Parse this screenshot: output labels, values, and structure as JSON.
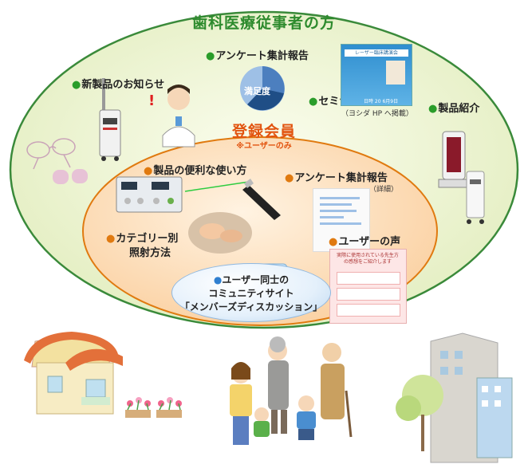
{
  "title": "歯科医療従事者の方",
  "outer_items": {
    "new_products": "新製品のお知らせ",
    "survey_report": "アンケート集計報告",
    "seminar": "セミナーのご案内",
    "seminar_note": "（ヨシダ HP へ掲載）",
    "product_intro": "製品紹介"
  },
  "pie_label": "満足度",
  "seminar_poster": {
    "title": "レーザー臨床講演会",
    "date": "日時 20 6月9日"
  },
  "member": {
    "title": "登録会員",
    "note": "※ユーザーのみ"
  },
  "inner_items": {
    "usage_tips": "製品の便利な使い方",
    "survey_detail": "アンケート集計報告",
    "survey_detail_note": "（詳細）",
    "category_1": "カテゴリー別",
    "category_2": "照射方法",
    "user_voice": "ユーザーの声"
  },
  "community": {
    "line1": "ユーザー同士の",
    "line2": "コミュニティサイト",
    "line3": "「メンバーズディスカッション」"
  },
  "voice_doc": {
    "heading": "実際に使用されている先生方の感想をご紹介します"
  },
  "colors": {
    "outer_ellipse_fill": "#f2f7da",
    "outer_ellipse_stroke": "#3a8a3a",
    "inner_ellipse_fill": "#fde3c4",
    "title_green": "#2e8b2e",
    "member_orange": "#e25410",
    "pie_dark": "#1f4e86",
    "pie_mid": "#4c7fbf",
    "pie_light": "#9ec0e6"
  }
}
